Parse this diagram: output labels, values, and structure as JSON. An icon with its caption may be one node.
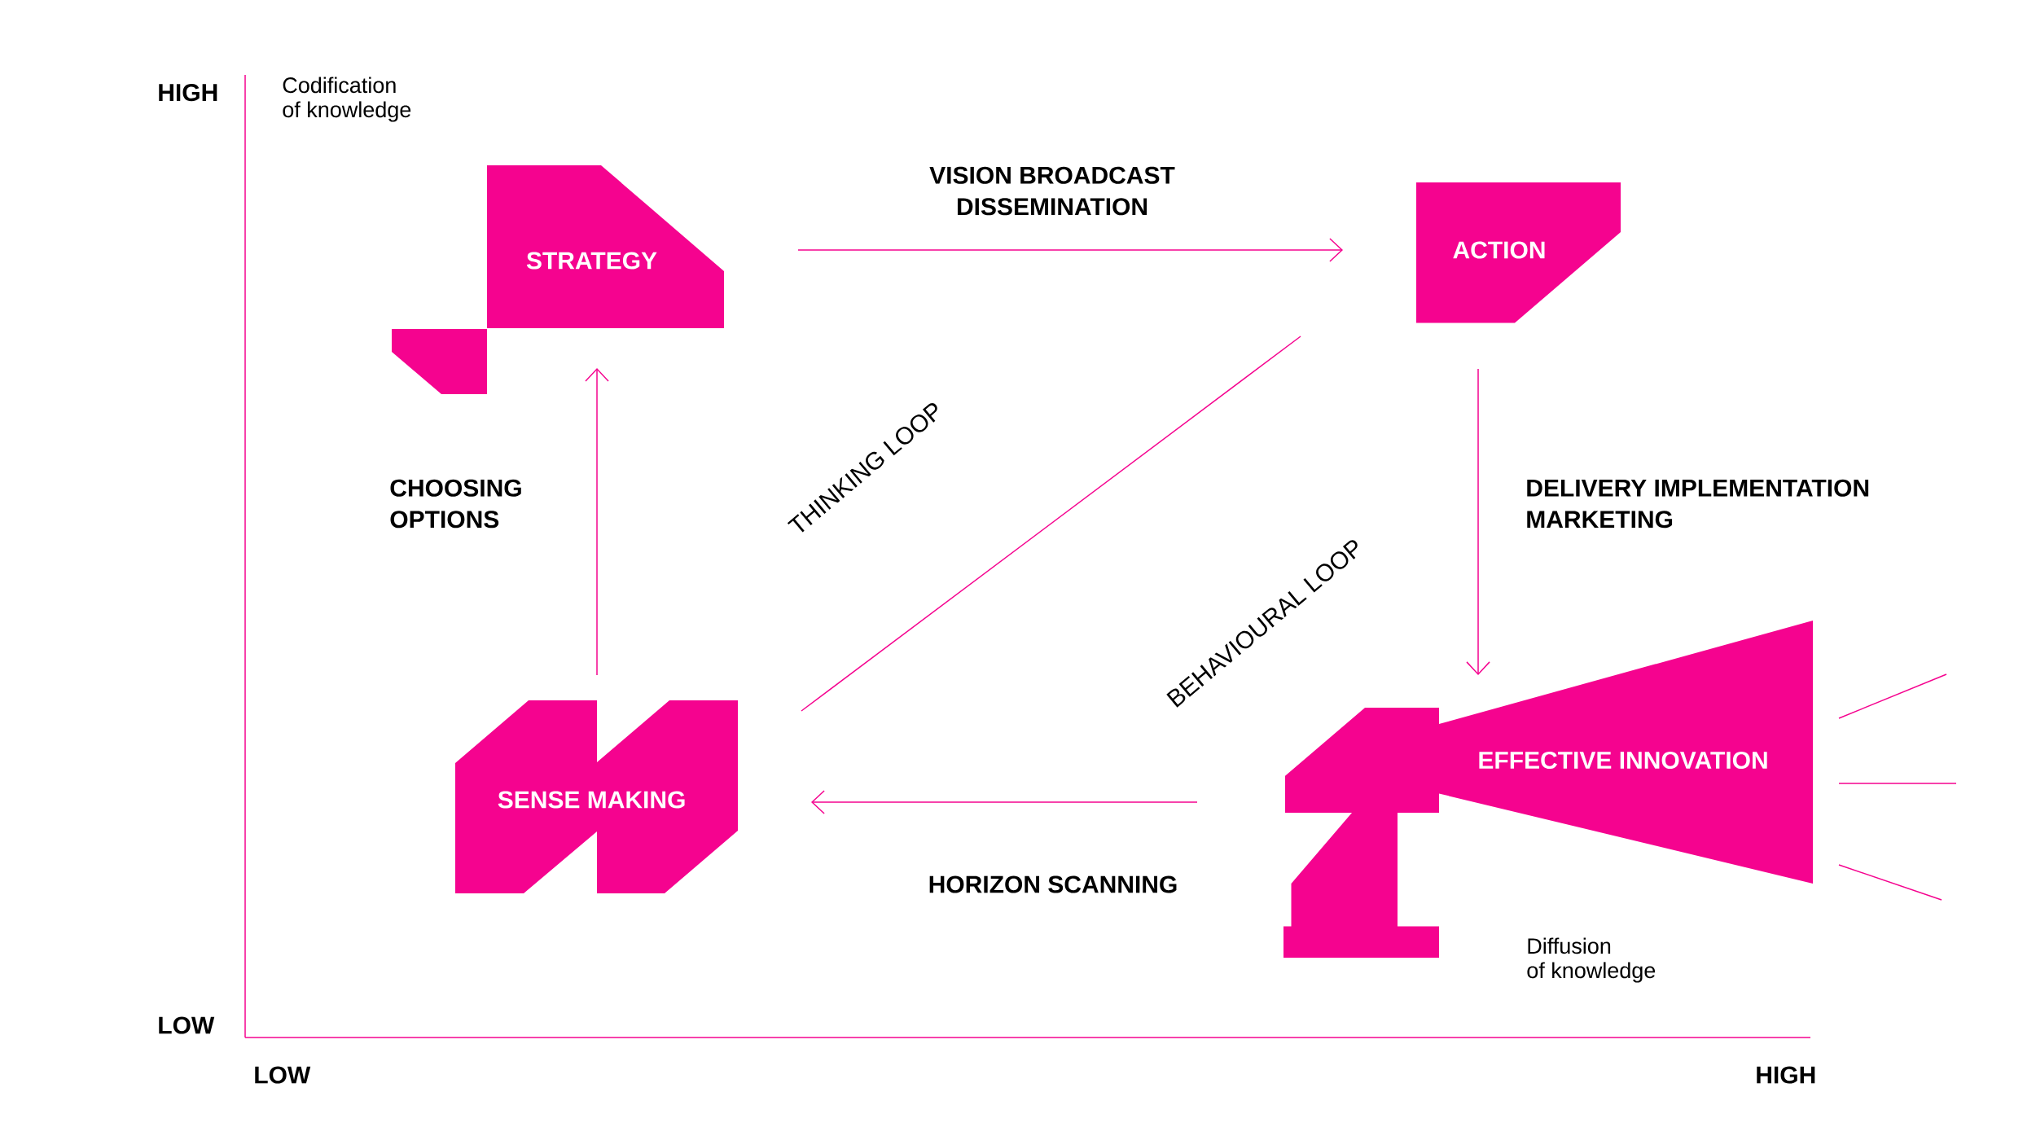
{
  "diagram": {
    "nodes": [
      {
        "text": [
          "STRATEGY"
        ]
      },
      {
        "text": [
          "ACTION"
        ]
      },
      {
        "text": [
          "SENSE MAKING"
        ]
      },
      {
        "text": [
          "EFFECTIVE INNOVATION"
        ]
      }
    ],
    "edges": [
      {
        "from": 0,
        "to": 1,
        "arrow": "to",
        "label": "VISION BROADCAST DISSEMINATION"
      },
      {
        "from": 1,
        "to": 3,
        "arrow": "to",
        "label": "DELIVERY IMPLEMENTATION MARKETING"
      },
      {
        "from": 3,
        "to": 2,
        "arrow": "to",
        "label": "HORIZON SCANNING"
      },
      {
        "from": 2,
        "to": 0,
        "arrow": "to",
        "label": "CHOOSING OPTIONS"
      },
      {
        "from": 2,
        "to": 1,
        "arrow": "none"
      }
    ],
    "labels": [
      "HIGH",
      "Codification of knowledge",
      "THINKING LOOP",
      "BEHAVIOURAL LOOP",
      "Diffusion of knowledge",
      "LOW",
      "LOW",
      "HIGH"
    ]
  }
}
